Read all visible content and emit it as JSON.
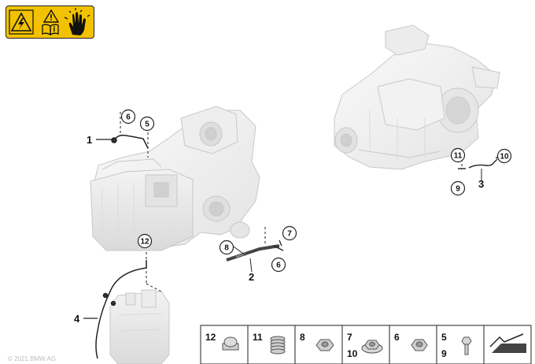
{
  "callouts": [
    {
      "id": "c6a",
      "text": "6"
    },
    {
      "id": "c5",
      "text": "5"
    },
    {
      "id": "c12",
      "text": "12"
    },
    {
      "id": "c8",
      "text": "8"
    },
    {
      "id": "c7",
      "text": "7"
    },
    {
      "id": "c6b",
      "text": "6"
    },
    {
      "id": "c11",
      "text": "11"
    },
    {
      "id": "c10",
      "text": "10"
    },
    {
      "id": "c9",
      "text": "9"
    }
  ],
  "part_labels": {
    "p1": "1",
    "p2": "2",
    "p3": "3",
    "p4": "4"
  },
  "legend": {
    "cells": [
      {
        "top": "12",
        "bottom": "",
        "icon": "cap-nut-icon"
      },
      {
        "top": "11",
        "bottom": "",
        "icon": "threaded-insert-icon"
      },
      {
        "top": "8",
        "bottom": "",
        "icon": "hex-nut-icon"
      },
      {
        "top": "7",
        "bottom": "10",
        "icon": "flange-nut-icon"
      },
      {
        "top": "6",
        "bottom": "",
        "icon": "hex-nut-small-icon"
      },
      {
        "top": "5",
        "bottom": "9",
        "icon": "hex-bolt-icon"
      },
      {
        "top": "",
        "bottom": "",
        "icon": "arrow-index-icon"
      }
    ]
  },
  "warning_icons": [
    "high-voltage-warning-icon",
    "read-manual-warning-icon",
    "no-touch-hand-icon"
  ],
  "watermark": "© 2021 BMW AG"
}
